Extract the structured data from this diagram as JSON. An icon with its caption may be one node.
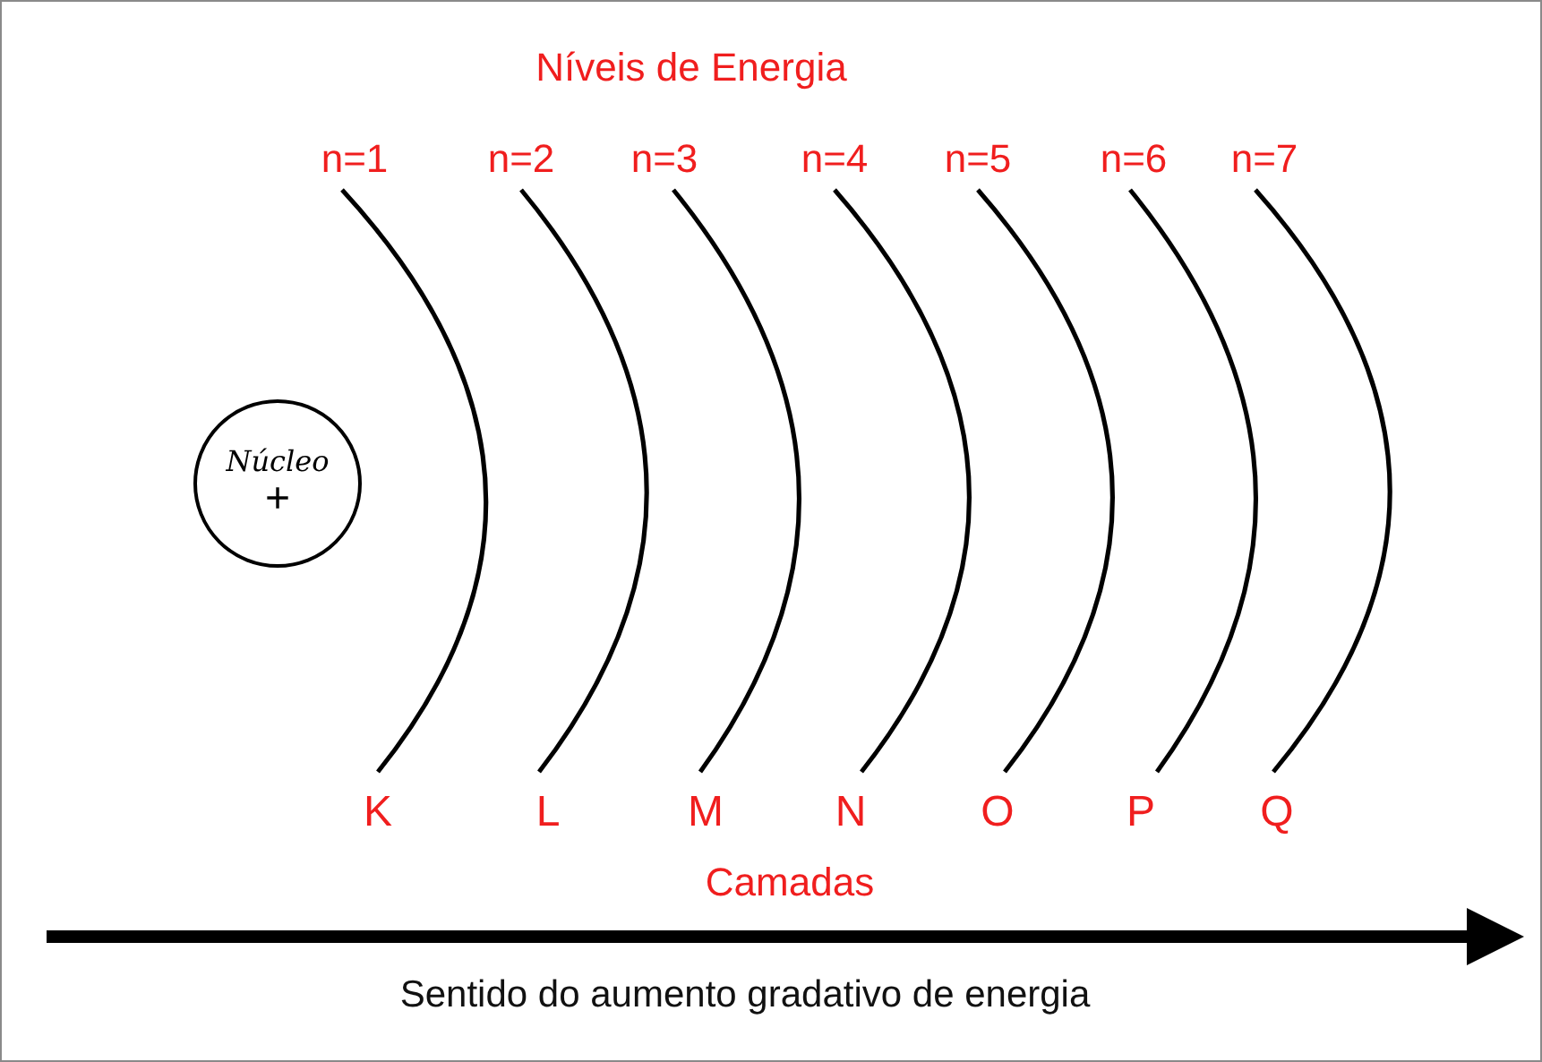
{
  "diagram": {
    "title": "Níveis de Energia",
    "nodes": [
      {
        "text": [
          "Núcleo",
          "+"
        ]
      }
    ],
    "labels": [
      "n=1",
      "n=2",
      "n=3",
      "n=4",
      "n=5",
      "n=6",
      "n=7",
      "K",
      "L",
      "M",
      "N",
      "O",
      "P",
      "Q",
      "Camadas",
      "Sentido do aumento gradativo de energia"
    ]
  }
}
